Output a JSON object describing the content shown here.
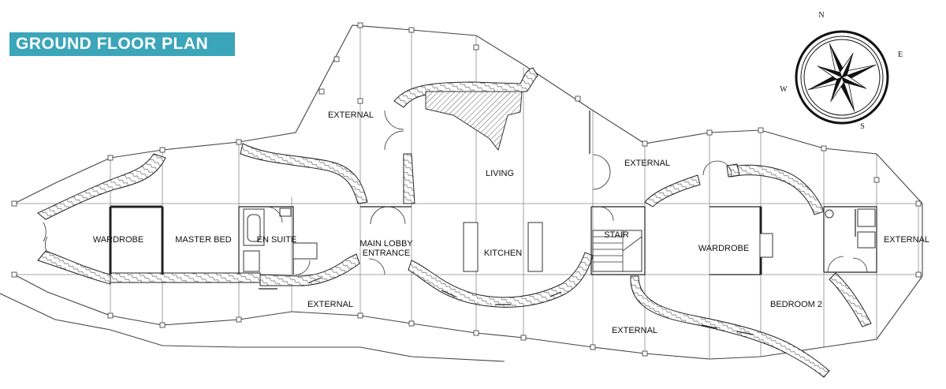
{
  "title": "GROUND FLOOR PLAN",
  "compass": {
    "n": "N",
    "e": "E",
    "s": "S",
    "w": "W"
  },
  "rooms": {
    "wardrobe_master": "WARDROBE",
    "master_bed": "MASTER BED",
    "en_suite": "EN SUITE",
    "main_lobby": "MAIN LOBBY",
    "entrance": "ENTRANCE",
    "kitchen": "KITCHEN",
    "living": "LIVING",
    "stair": "STAIR",
    "wardrobe_bed2": "WARDROBE",
    "bedroom2": "BEDROOM 2",
    "external_north": "EXTERNAL",
    "external_north_east": "EXTERNAL",
    "external_south_west": "EXTERNAL",
    "external_south": "EXTERNAL",
    "external_east": "EXTERNAL"
  },
  "colors": {
    "title_badge": "#3ba5ba",
    "title_text": "#ffffff",
    "linework": "#222222"
  }
}
